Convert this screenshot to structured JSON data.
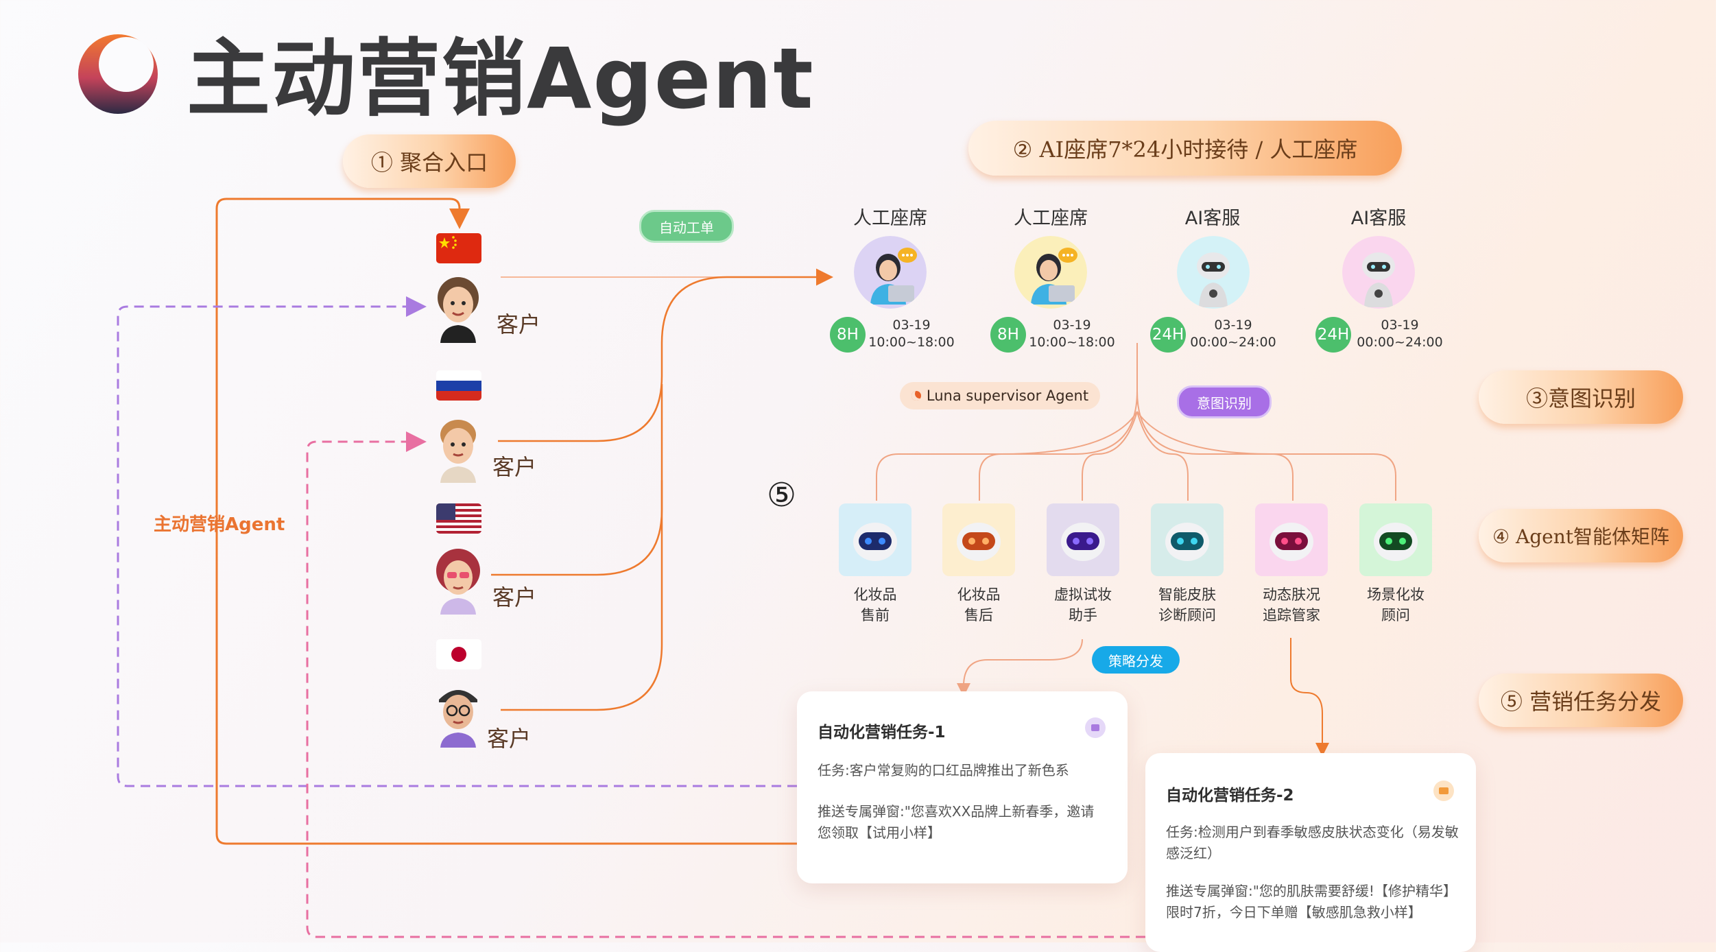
{
  "title": "主动营销Agent",
  "steps": {
    "s1": "① 聚合入口",
    "s2": "② AI座席7*24小时接待 / 人工座席",
    "s3": "③意图识别",
    "s4": "④ Agent智能体矩阵",
    "s5": "⑤ 营销任务分发",
    "marker": "⑤"
  },
  "tags": {
    "auto_ticket": "自动工单",
    "supervisor": "Luna supervisor Agent",
    "intent": "意图识别",
    "strategy": "策略分发",
    "side_agent": "主动营销Agent"
  },
  "customers": [
    {
      "flag": "China",
      "label": "客户"
    },
    {
      "flag": "Russia",
      "label": "客户"
    },
    {
      "flag": "USA",
      "label": "客户"
    },
    {
      "flag": "Japan",
      "label": "客户"
    }
  ],
  "seats": [
    {
      "title": "人工座席",
      "hours": "8H",
      "date": "03-19",
      "time": "10:00~18:00"
    },
    {
      "title": "人工座席",
      "hours": "8H",
      "date": "03-19",
      "time": "10:00~18:00"
    },
    {
      "title": "AI客服",
      "hours": "24H",
      "date": "03-19",
      "time": "00:00~24:00"
    },
    {
      "title": "AI客服",
      "hours": "24H",
      "date": "03-19",
      "time": "00:00~24:00"
    }
  ],
  "agents": [
    {
      "line1": "化妆品",
      "line2": "售前"
    },
    {
      "line1": "化妆品",
      "line2": "售后"
    },
    {
      "line1": "虚拟试妆",
      "line2": "助手"
    },
    {
      "line1": "智能皮肤",
      "line2": "诊断顾问"
    },
    {
      "line1": "动态肤况",
      "line2": "追踪管家"
    },
    {
      "line1": "场景化妆",
      "line2": "顾问"
    }
  ],
  "tasks": [
    {
      "title": "自动化营销任务-1",
      "task": "任务:客户常复购的口红品牌推出了新色系",
      "push": "推送专属弹窗:\"您喜欢XX品牌上新春季，邀请您领取【试用小样】"
    },
    {
      "title": "自动化营销任务-2",
      "task": "任务:检测用户到春季敏感皮肤状态变化（易发敏感泛红）",
      "push": "推送专属弹窗:\"您的肌肤需要舒缓!【修护精华】限时7折，今日下单赠【敏感肌急救小样】"
    }
  ],
  "colors": {
    "orange": "#ee7a2e",
    "purple": "#a97be0",
    "pink": "#e86fa1",
    "green": "#4cbf6c",
    "blue": "#17a9e8"
  }
}
